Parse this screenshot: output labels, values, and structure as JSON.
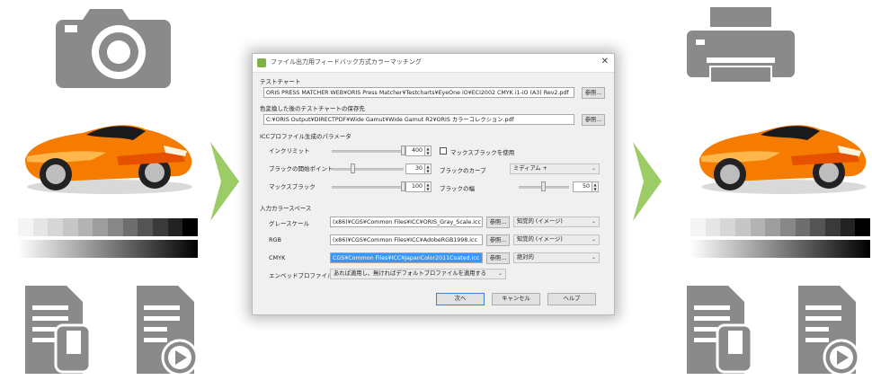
{
  "dialog": {
    "title": "ファイル出力用フィードバック方式カラーマッチング",
    "close_icon": "close-icon",
    "test_chart": {
      "label": "テストチャート",
      "path": "ORIS PRESS MATCHER WEB¥ORIS Press Matcher¥Testcharts¥EyeOne iO¥ECI2002 CMYK i1-iO (A3) Rev2.pdf",
      "browse": "参照..."
    },
    "save_dest": {
      "label": "色変換した後のテストチャートの保存先",
      "path": "C:¥ORIS Output¥DIRECTPDF¥Wide Gamut¥Wide Gamut R2¥ORIS カラーコレクション.pdf",
      "browse": "参照..."
    },
    "icc_params": {
      "label": "ICCプロファイル生成のパラメータ",
      "ink_limit_label": "インクリミット",
      "ink_limit_value": "400",
      "ink_limit_level": 1.0,
      "black_start_label": "ブラックの開始ポイント",
      "black_start_value": "30",
      "black_start_level": 0.3,
      "max_black_label": "マックスブラック",
      "max_black_value": "100",
      "max_black_level": 1.0,
      "use_max_black_label": "マックスブラックを使用",
      "use_max_black_checked": false,
      "black_curve_label": "ブラックのカーブ",
      "black_curve_value": "ミディアム +",
      "black_width_label": "ブラックの幅",
      "black_width_value": "50",
      "black_width_level": 0.5
    },
    "input_color_space": {
      "label": "入力カラースペース",
      "rows": [
        {
          "label": "グレースケール",
          "path": "(x86)¥CGS¥Common Files¥ICC¥ORIS_Gray_Scale.icc",
          "browse": "参照...",
          "intent": "知覚的 (イメージ)",
          "highlighted": false
        },
        {
          "label": "RGB",
          "path": "(x86)¥CGS¥Common Files¥ICC¥AdobeRGB1998.icc",
          "browse": "参照...",
          "intent": "知覚的 (イメージ)",
          "highlighted": false
        },
        {
          "label": "CMYK",
          "path": "CGS¥Common Files¥ICC¥JapanColor2011Coated.icc",
          "browse": "参照...",
          "intent": "絶対的",
          "highlighted": true
        }
      ],
      "embedded_label": "エンベッドプロファイル",
      "embedded_value": "あれば適用し、無ければデフォルトプロファイルを適用する"
    },
    "buttons": {
      "next": "次へ",
      "cancel": "キャンセル",
      "help": "ヘルプ"
    }
  },
  "left_panel": {
    "icons": [
      "camera-icon",
      "sports-car-image",
      "grayscale-steps",
      "document-icon",
      "document-play-icon"
    ]
  },
  "right_panel": {
    "icons": [
      "printer-icon",
      "sports-car-image",
      "grayscale-steps",
      "document-icon",
      "document-play-icon"
    ]
  },
  "colors": {
    "icon_gray": "#8a8a8a",
    "arrow_green": "#9ccc65",
    "car_orange": "#f57c00",
    "highlight": "#3399ff"
  }
}
